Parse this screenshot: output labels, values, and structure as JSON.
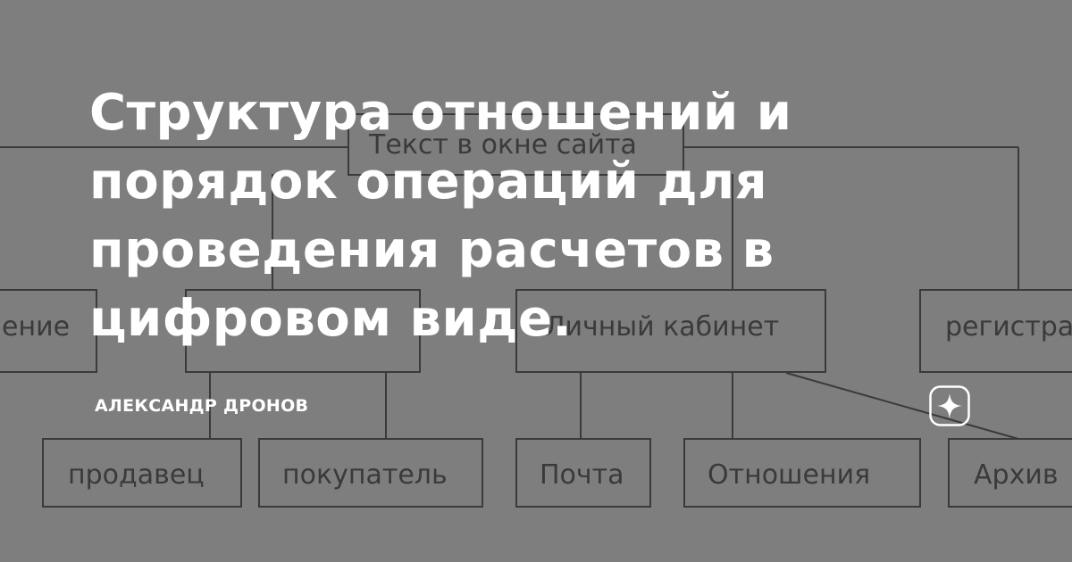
{
  "article": {
    "title": "Структура отношений и порядок операций для проведения расчетов в цифровом виде.",
    "author": "АЛЕКСАНДР ДРОНОВ"
  },
  "diagram": {
    "nodes": {
      "root": "Текст в окне сайта",
      "left_partial": "ение",
      "cabinet": "Личный кабинет",
      "registration": "регистра",
      "seller": "продавец",
      "buyer": "покупатель",
      "mail": "Почта",
      "relations": "Отношения",
      "archive": "Архив"
    }
  },
  "logo": {
    "icon": "sparkle-icon"
  },
  "colors": {
    "background": "#7e7e7e",
    "diagram_ink": "#3a3a3a",
    "title_text": "#ffffff"
  }
}
